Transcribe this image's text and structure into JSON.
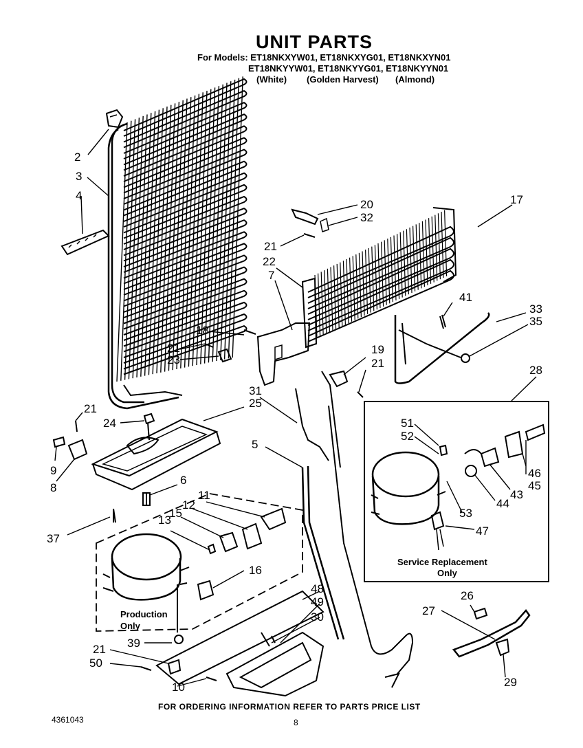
{
  "header": {
    "title": "UNIT PARTS",
    "models_line1": "For Models: ET18NKXYW01, ET18NKXYG01, ET18NKXYN01",
    "models_line2": "ET18NKYYW01, ET18NKYYG01, ET18NKYYN01",
    "colors": [
      "(White)",
      "(Golden Harvest)",
      "(Almond)"
    ]
  },
  "callouts": [
    "2",
    "3",
    "4",
    "20",
    "32",
    "17",
    "21",
    "22",
    "7",
    "41",
    "33",
    "35",
    "18",
    "21",
    "23",
    "19",
    "21",
    "28",
    "31",
    "25",
    "21",
    "24",
    "9",
    "8",
    "5",
    "51",
    "52",
    "46",
    "45",
    "44",
    "43",
    "53",
    "47",
    "6",
    "11",
    "12",
    "15",
    "13",
    "37",
    "16",
    "48",
    "49",
    "30",
    "26",
    "27",
    "21",
    "39",
    "50",
    "10",
    "29"
  ],
  "boxes": {
    "service_line1": "Service Replacement",
    "service_line2": "Only",
    "production_line1": "Production",
    "production_line2": "Only"
  },
  "footer": {
    "ordering": "FOR ORDERING INFORMATION REFER TO PARTS PRICE LIST",
    "doc_number": "4361043",
    "page_number": "8"
  }
}
